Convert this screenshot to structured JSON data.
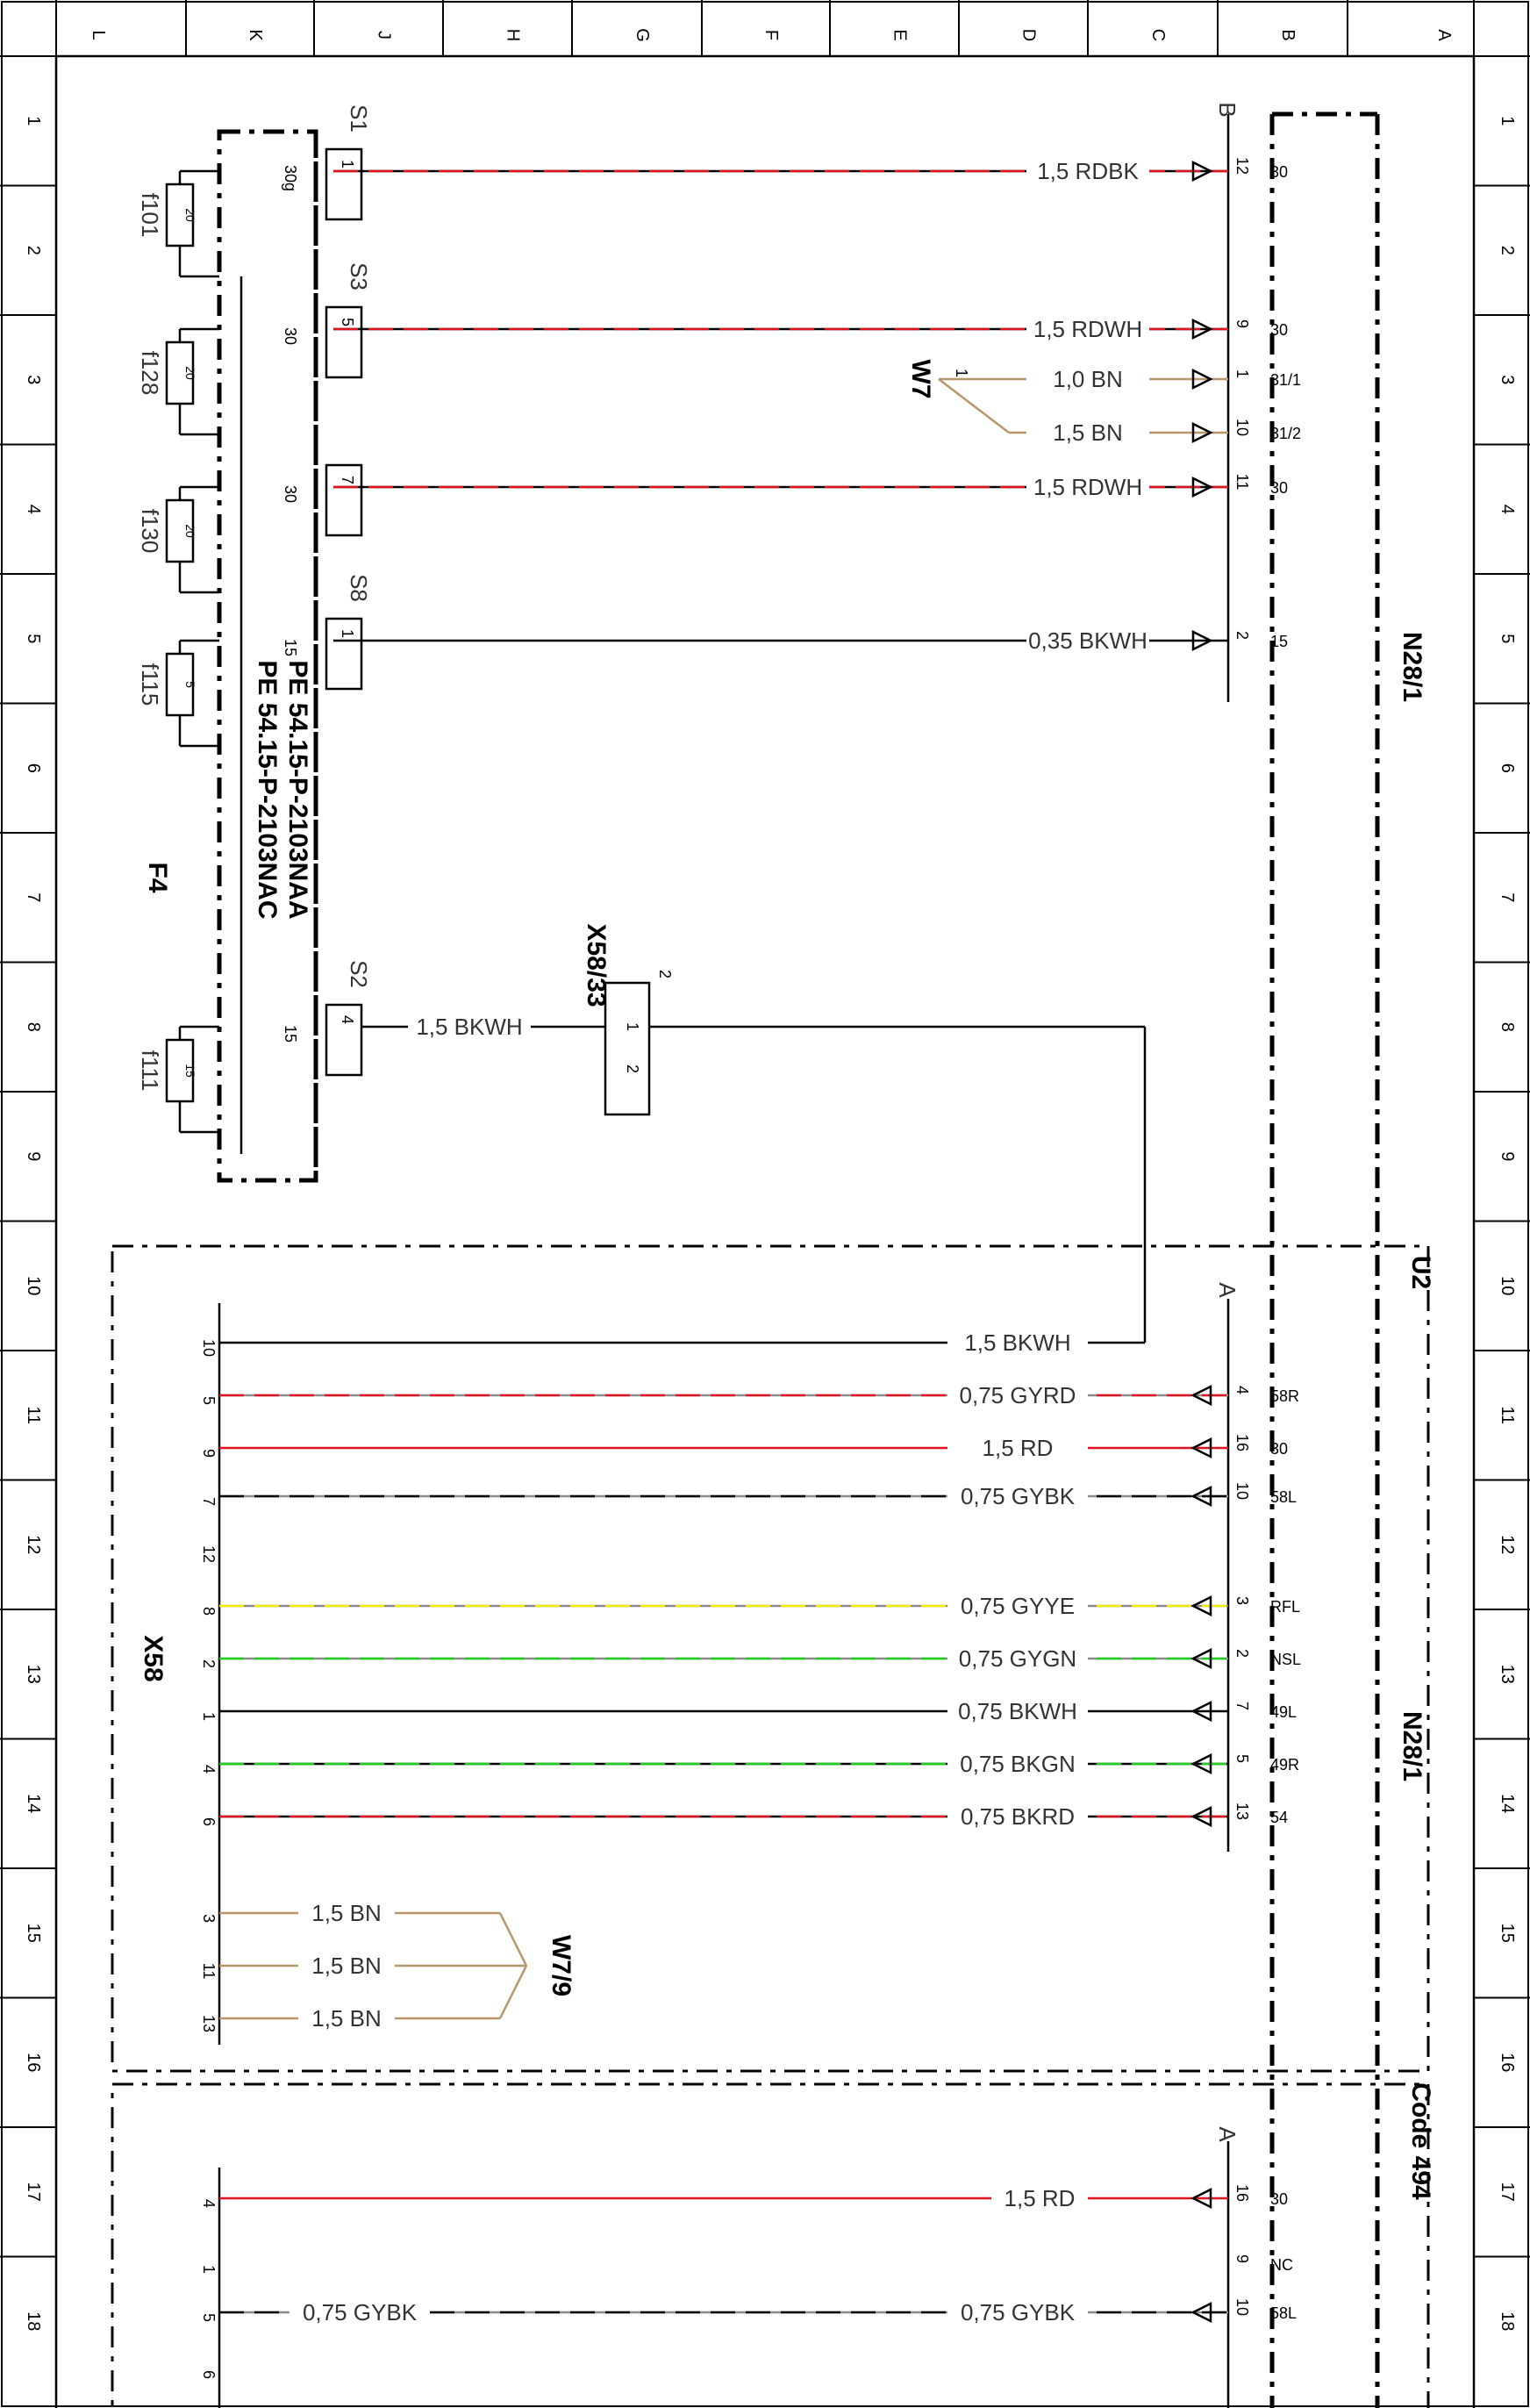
{
  "grid": {
    "columns": [
      "L",
      "K",
      "J",
      "H",
      "G",
      "F",
      "E",
      "D",
      "C",
      "B",
      "A"
    ],
    "rows": [
      "1",
      "2",
      "3",
      "4",
      "5",
      "6",
      "7",
      "8",
      "9",
      "10",
      "11",
      "12",
      "13",
      "14",
      "15",
      "16",
      "17",
      "18"
    ]
  },
  "components": {
    "F4": "F4",
    "S1": "S1",
    "S3": "S3",
    "S8": "S8",
    "S2": "S2",
    "W7": "W7",
    "W7_9": "W7/9",
    "X58_33": "X58/33",
    "X58": "X58",
    "N28_1": "N28/1",
    "U2": "U2",
    "Code494": "Code 494",
    "B": "B",
    "A": "A"
  },
  "fuses": [
    {
      "name": "f101",
      "rating": "20"
    },
    {
      "name": "f128",
      "rating": "20"
    },
    {
      "name": "f130",
      "rating": "20"
    },
    {
      "name": "f115",
      "rating": "5"
    },
    {
      "name": "f111",
      "rating": "15"
    }
  ],
  "fuse_terminals": [
    "30g",
    "30",
    "30",
    "15",
    "15"
  ],
  "switch_pins": [
    "1",
    "5",
    "7",
    "1",
    "4"
  ],
  "references": [
    "PE 54.15-P-2103NAA",
    "PE 54.15-P-2103NAC"
  ],
  "upper_wires": [
    {
      "label": "1,5 RDBK",
      "pin": "12",
      "term": "30"
    },
    {
      "label": "1,5 RDWH",
      "pin": "9",
      "term": "30"
    },
    {
      "label": "1,0 BN",
      "pin": "1",
      "term": "31/1"
    },
    {
      "label": "1,5 BN",
      "pin": "10",
      "term": "31/2"
    },
    {
      "label": "1,5 RDWH",
      "pin": "11",
      "term": "30"
    },
    {
      "label": "0,35 BKWH",
      "pin": "2",
      "term": "15"
    }
  ],
  "w7_pin": "1",
  "x58_33": {
    "pin1": "1",
    "pin2": "2",
    "pin2b": "2"
  },
  "s2_wire": "1,5 BKWH",
  "u2_wires": [
    {
      "x58pin": "10",
      "label": "1,5 BKWH",
      "pin": "",
      "term": ""
    },
    {
      "x58pin": "5",
      "label": "0,75 GYRD",
      "pin": "4",
      "term": "58R"
    },
    {
      "x58pin": "9",
      "label": "1,5 RD",
      "pin": "16",
      "term": "30"
    },
    {
      "x58pin": "7",
      "label": "0,75 GYBK",
      "pin": "10",
      "term": "58L"
    },
    {
      "x58pin": "12",
      "label": "",
      "pin": "",
      "term": ""
    },
    {
      "x58pin": "8",
      "label": "0,75 GYYE",
      "pin": "3",
      "term": "RFL"
    },
    {
      "x58pin": "2",
      "label": "0,75 GYGN",
      "pin": "2",
      "term": "NSL"
    },
    {
      "x58pin": "1",
      "label": "0,75 BKWH",
      "pin": "7",
      "term": "49L"
    },
    {
      "x58pin": "4",
      "label": "0,75 BKGN",
      "pin": "5",
      "term": "49R"
    },
    {
      "x58pin": "6",
      "label": "0,75 BKRD",
      "pin": "13",
      "term": "54"
    }
  ],
  "bn_wires": [
    {
      "x58pin": "3",
      "label": "1,5 BN"
    },
    {
      "x58pin": "11",
      "label": "1,5 BN"
    },
    {
      "x58pin": "13",
      "label": "1,5 BN"
    }
  ],
  "code_wires": [
    {
      "x58pin": "4",
      "label": "1,5 RD",
      "pin": "16",
      "term": "30"
    },
    {
      "x58pin": "1",
      "label": "",
      "pin": "9",
      "term": "NC"
    },
    {
      "x58pin": "5",
      "label": "0,75 GYBK",
      "label2": "0,75 GYBK",
      "pin": "10",
      "term": "58L"
    },
    {
      "x58pin": "6",
      "label": "",
      "pin": "",
      "term": ""
    }
  ],
  "colors": {
    "red": "#e0141e",
    "gray": "#8c8c8c",
    "black": "#000000",
    "brown": "#b8956a",
    "yellow": "#f2ec00",
    "green": "#22d022"
  }
}
